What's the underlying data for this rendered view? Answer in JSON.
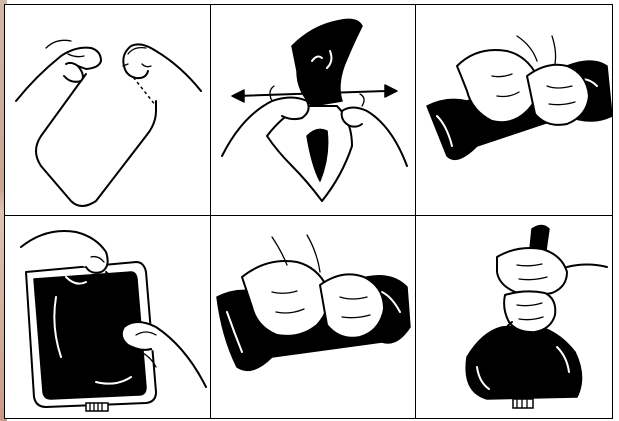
{
  "figure": {
    "panels": [
      {
        "id": 1,
        "icon": "tear-notch-icon"
      },
      {
        "id": 2,
        "icon": "pull-open-pouch-icon"
      },
      {
        "id": 3,
        "icon": "knead-pouch-icon"
      },
      {
        "id": 4,
        "icon": "bag-with-connector-icon"
      },
      {
        "id": 5,
        "icon": "knead-bag-icon"
      },
      {
        "id": 6,
        "icon": "squeeze-bag-icon"
      }
    ],
    "colors": {
      "ink": "#000000",
      "paper": "#ffffff"
    }
  }
}
